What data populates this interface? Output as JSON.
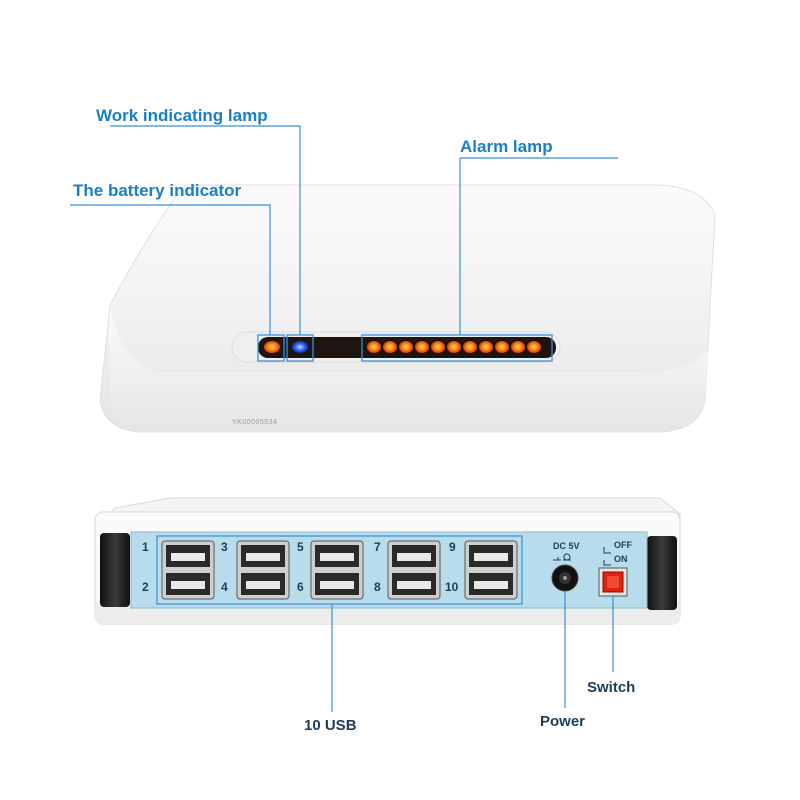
{
  "labels": {
    "work_lamp": "Work indicating lamp",
    "battery": "The battery indicator",
    "alarm": "Alarm lamp",
    "usb": "10 USB",
    "power": "Power",
    "switch": "Switch"
  },
  "panel": {
    "port_numbers": [
      "1",
      "2",
      "3",
      "4",
      "5",
      "6",
      "7",
      "8",
      "9",
      "10"
    ],
    "dc_label": "DC 5V",
    "off_label": "OFF",
    "on_label": "ON",
    "serial": "YK00005534"
  },
  "colors": {
    "callout_text": "#1a7fc8",
    "callout_line": "#3a8fd8",
    "panel_bg": "#b8dcec",
    "led_orange": "#ff6a00",
    "led_blue": "#2b5cff",
    "switch_red": "#e02010"
  }
}
